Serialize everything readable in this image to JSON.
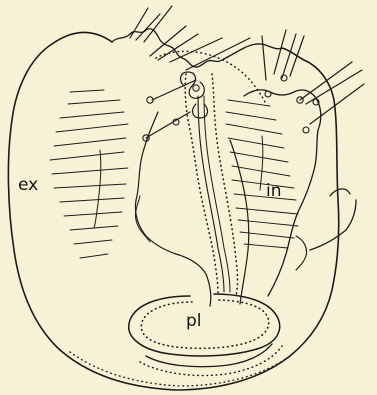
{
  "figure": {
    "labels": {
      "ex": "ex",
      "in": "in",
      "pl": "pl"
    },
    "colors": {
      "paper": "#f7f2d6",
      "ink": "#1a1a1a"
    }
  }
}
